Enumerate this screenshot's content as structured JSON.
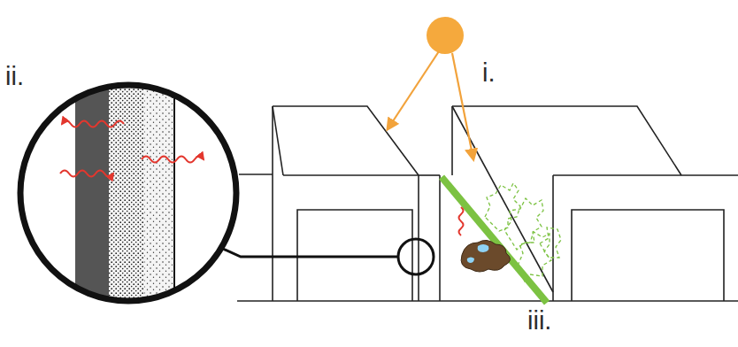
{
  "diagram": {
    "labels": [
      "ii.",
      "i.",
      "iii."
    ]
  }
}
